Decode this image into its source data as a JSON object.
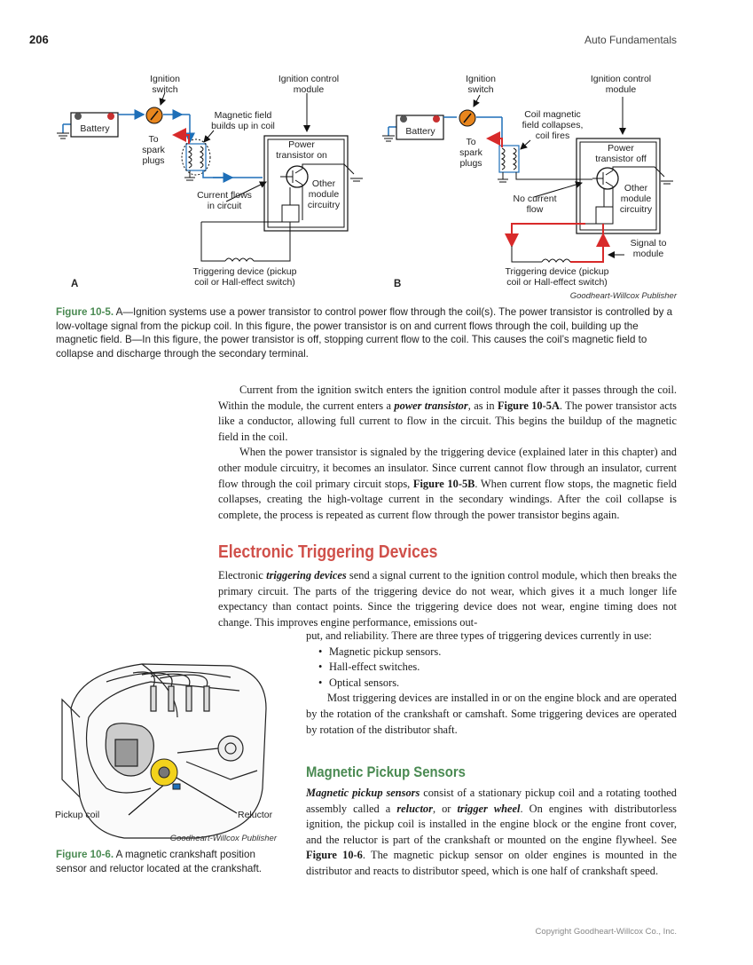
{
  "header": {
    "page_number": "206",
    "running_head": "Auto Fundamentals"
  },
  "figure_10_5": {
    "panel_a": {
      "letter": "A",
      "ignition_switch": "Ignition\nswitch",
      "ignition_control_module": "Ignition control\nmodule",
      "battery": "Battery",
      "magnetic_field": "Magnetic field\nbuilds up in coil",
      "to_spark_plugs": "To\nspark\nplugs",
      "power_transistor": "Power\ntransistor on",
      "current_flows": "Current flows\nin circuit",
      "other_module": "Other\nmodule\ncircuitry",
      "triggering_device": "Triggering device (pickup\ncoil or Hall-effect switch)"
    },
    "panel_b": {
      "letter": "B",
      "ignition_switch": "Ignition\nswitch",
      "ignition_control_module": "Ignition control\nmodule",
      "battery": "Battery",
      "coil_collapses": "Coil magnetic\nfield collapses,\ncoil fires",
      "to_spark_plugs": "To\nspark\nplugs",
      "power_transistor": "Power\ntransistor off",
      "no_current": "No current\nflow",
      "other_module": "Other\nmodule\ncircuitry",
      "signal_to_module": "Signal to\nmodule",
      "triggering_device": "Triggering device (pickup\ncoil or Hall-effect switch)"
    },
    "credit": "Goodheart-Willcox Publisher",
    "caption_label": "Figure 10-5.",
    "caption_text": " A—Ignition systems use a power transistor to control power flow through the coil(s). The power transistor is controlled by a low-voltage signal from the pickup coil. In this figure, the power transistor is on and current flows through the coil, building up the magnetic field. B—In this figure, the power transistor is off, stopping current flow to the coil. This causes the coil’s magnetic field to collapse and discharge through the secondary terminal."
  },
  "body": {
    "p1_a": "Current from the ignition switch enters the ignition control module after it passes through the coil. Within the module, the current enters a ",
    "p1_term": "power transistor",
    "p1_b": ", as in ",
    "p1_ref": "Figure 10-5A",
    "p1_c": ". The power transistor acts like a conductor, allowing full current to flow in the circuit. This begins the buildup of the magnetic field in the coil.",
    "p2_a": "When the power transistor is signaled by the triggering device (explained later in this chapter) and other module circuitry, it becomes an insulator. Since current cannot flow through an insulator, current flow through the coil primary circuit stops, ",
    "p2_ref": "Figure 10-5B",
    "p2_b": ". When current flow stops, the magnetic field collapses, creating the high-voltage current in the secondary windings. After the coil collapse is complete, the process is repeated as current flow through the power transistor begins again.",
    "section_heading": "Electronic Triggering Devices",
    "p3_a": "Electronic ",
    "p3_term": "triggering devices",
    "p3_b": " send a signal current to the ignition control module, which then breaks the primary circuit. The parts of the triggering device do not wear, which gives it a much longer life expectancy than contact points. Since the triggering device does not wear, engine timing does not change. This improves engine performance, emissions out-",
    "p3_c": "put, and reliability. There are three types of triggering devices currently in use:",
    "bullets": [
      "Magnetic pickup sensors.",
      "Hall-effect switches.",
      "Optical sensors."
    ],
    "p4": "Most triggering devices are installed in or on the engine block and are operated by the rotation of the crankshaft or camshaft. Some triggering devices are operated by rotation of the distributor shaft.",
    "sub_heading": "Magnetic Pickup Sensors",
    "p5_term1": "Magnetic pickup sensors",
    "p5_a": " consist of a stationary pickup coil and a rotating toothed assembly called a ",
    "p5_term2": "reluctor",
    "p5_b": ", or ",
    "p5_term3": "trigger wheel",
    "p5_c": ". On engines with distributorless ignition, the pickup coil is installed in the engine block or the engine front cover, and the reluctor is part of the crankshaft or mounted on the engine flywheel. See ",
    "p5_ref": "Figure 10-6",
    "p5_d": ". The magnetic pickup sensor on older engines is mounted in the distributor and reacts to distributor speed, which is one half of crankshaft speed."
  },
  "figure_10_6": {
    "pickup_coil": "Pickup coil",
    "reluctor": "Reluctor",
    "credit": "Goodheart-Willcox Publisher",
    "caption_label": "Figure 10-6.",
    "caption_text": " A magnetic crankshaft position sensor and reluctor located at the crankshaft."
  },
  "footer": {
    "copyright": "Copyright Goodheart-Willcox Co., Inc."
  },
  "colors": {
    "section_red": "#d0504a",
    "caption_green": "#4a8a52",
    "wire_blue": "#1e6fb8",
    "red_arrow": "#d82a2a",
    "switch_orange": "#e8861e",
    "reluctor_yellow": "#f2d21c"
  }
}
